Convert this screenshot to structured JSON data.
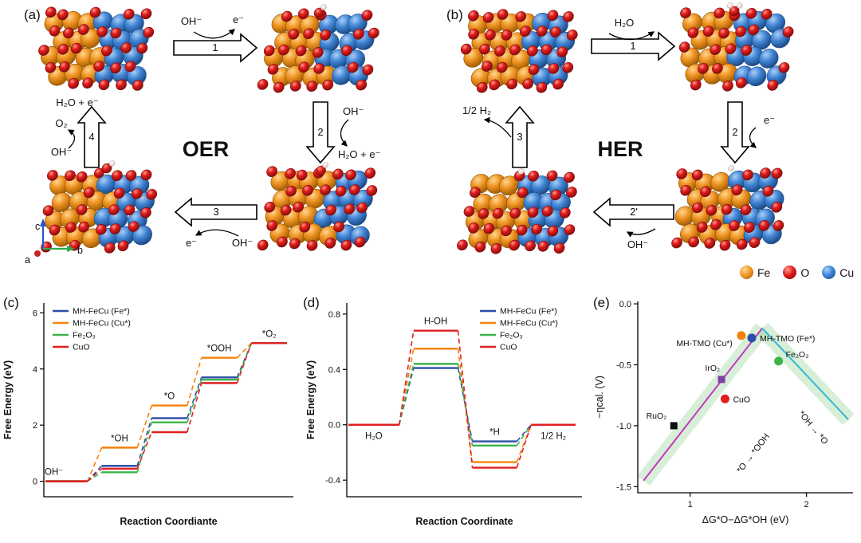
{
  "figure": {
    "panel_a": {
      "label": "(a)",
      "center_label": "OER",
      "arrows": {
        "step1": {
          "num": "1",
          "labels": [
            "OH⁻",
            "e⁻"
          ]
        },
        "step2": {
          "num": "2",
          "labels": [
            "OH⁻",
            "H₂O + e⁻"
          ]
        },
        "step3": {
          "num": "3",
          "labels": [
            "e⁻",
            "OH⁻"
          ]
        },
        "step4": {
          "num": "4",
          "labels": [
            "H₂O + e⁻",
            "O₂",
            "OH⁻"
          ]
        }
      },
      "axes": {
        "a": "a",
        "b": "b",
        "c": "c"
      }
    },
    "panel_b": {
      "label": "(b)",
      "center_label": "HER",
      "arrows": {
        "step1": {
          "num": "1",
          "labels": [
            "H₂O"
          ]
        },
        "step2": {
          "num": "2",
          "labels": [
            "e⁻"
          ]
        },
        "step2p": {
          "num": "2'",
          "labels": [
            "OH⁻"
          ]
        },
        "step3": {
          "num": "3",
          "labels": [
            "1/2 H₂"
          ]
        }
      }
    },
    "legend": {
      "items": [
        {
          "label": "Fe",
          "color": "#f09a28"
        },
        {
          "label": "O",
          "color": "#e11b1b"
        },
        {
          "label": "Cu",
          "color": "#3e86d8"
        }
      ]
    }
  },
  "chart_data": [
    {
      "id": "c",
      "panel": "(c)",
      "type": "step-line",
      "xlabel": "Reaction Coordiante",
      "ylabel": "Free Energy (eV)",
      "ylim": [
        -0.55,
        6.35
      ],
      "yticks": [
        0,
        2,
        4,
        6
      ],
      "categories": [
        "OH⁻",
        "*OH",
        "*O",
        "*OOH",
        "*O₂"
      ],
      "series": [
        {
          "name": "MH-FeCu (Fe*)",
          "color": "#2b4ea8",
          "values": [
            0,
            0.55,
            2.25,
            3.7,
            4.92
          ]
        },
        {
          "name": "MH-FeCu (Cu*)",
          "color": "#f5820b",
          "values": [
            0,
            1.2,
            2.7,
            4.4,
            4.92
          ]
        },
        {
          "name": "Fe₂O₃",
          "color": "#3cb44a",
          "values": [
            0,
            0.32,
            2.1,
            3.62,
            4.92
          ]
        },
        {
          "name": "CuO",
          "color": "#e02020",
          "values": [
            0,
            0.45,
            1.75,
            3.5,
            4.92
          ]
        }
      ],
      "legend_position": "top-left"
    },
    {
      "id": "d",
      "panel": "(d)",
      "type": "step-line",
      "xlabel": "Reaction Coordinate",
      "ylabel": "Free Energy (eV)",
      "ylim": [
        -0.52,
        0.88
      ],
      "yticks": [
        -0.4,
        0.0,
        0.4,
        0.8
      ],
      "categories": [
        "H₂O",
        "H-OH",
        "*H",
        "1/2 H₂"
      ],
      "series": [
        {
          "name": "MH-FeCu (Fe*)",
          "color": "#2b4ea8",
          "values": [
            0,
            0.41,
            -0.12,
            0
          ]
        },
        {
          "name": "MH-FeCu (Cu*)",
          "color": "#f5820b",
          "values": [
            0,
            0.55,
            -0.27,
            0
          ]
        },
        {
          "name": "Fe₂O₃",
          "color": "#3cb44a",
          "values": [
            0,
            0.44,
            -0.15,
            0
          ]
        },
        {
          "name": "CuO",
          "color": "#e02020",
          "values": [
            0,
            0.68,
            -0.31,
            0
          ]
        }
      ],
      "legend_position": "top-right"
    },
    {
      "id": "e",
      "panel": "(e)",
      "type": "scatter",
      "xlabel": "ΔG*O−ΔG*OH (eV)",
      "ylabel": "−ηcal. (V)",
      "xlim": [
        0.55,
        2.4
      ],
      "xticks": [
        1,
        2
      ],
      "ylim": [
        -1.55,
        0.02
      ],
      "yticks": [
        0.0,
        -0.5,
        -1.0,
        -1.5
      ],
      "band_color": "#8fcf8f",
      "lines": [
        {
          "name": "*O → *OOH",
          "color": "#c23bbf",
          "x1": 0.6,
          "y1": -1.45,
          "x2": 1.62,
          "y2": -0.2
        },
        {
          "name": "*OH → *O",
          "color": "#35b8d6",
          "x1": 1.62,
          "y1": -0.2,
          "x2": 2.36,
          "y2": -0.95
        }
      ],
      "points": [
        {
          "name": "RuO₂",
          "x": 0.86,
          "y": -1.0,
          "marker": "square",
          "color": "#111111",
          "label_color": "#111111",
          "label_dx": -9,
          "label_dy": -9,
          "anchor": "end"
        },
        {
          "name": "IrO₂",
          "x": 1.27,
          "y": -0.62,
          "marker": "square",
          "color": "#7d3fa8",
          "label_color": "#7d3fa8",
          "label_dx": -2,
          "label_dy": -11,
          "anchor": "end"
        },
        {
          "name": "CuO",
          "x": 1.3,
          "y": -0.78,
          "marker": "circle",
          "color": "#e02020",
          "label_color": "#e02020",
          "label_dx": 10,
          "label_dy": 4,
          "anchor": "start"
        },
        {
          "name": "MH-TMO (Cu*)",
          "x": 1.44,
          "y": -0.26,
          "marker": "circle",
          "color": "#f5820b",
          "label_color": "#f5820b",
          "label_dx": -11,
          "label_dy": 13,
          "anchor": "end"
        },
        {
          "name": "MH-TMO (Fe*)",
          "x": 1.53,
          "y": -0.28,
          "marker": "circle",
          "color": "#2b4ea8",
          "label_color": "#2b4ea8",
          "label_dx": 10,
          "label_dy": 4,
          "anchor": "start"
        },
        {
          "name": "Fe₂O₃",
          "x": 1.76,
          "y": -0.47,
          "marker": "circle",
          "color": "#3cb44a",
          "label_color": "#3cb44a",
          "label_dx": 9,
          "label_dy": -5,
          "anchor": "start"
        }
      ],
      "annotations": [
        {
          "text": "*O → *OOH",
          "x": 1.56,
          "y": -1.24,
          "rotate": -52,
          "color": "#222222"
        },
        {
          "text": "*OH → *O",
          "x": 2.04,
          "y": -1.03,
          "rotate": 50,
          "color": "#222222"
        }
      ]
    }
  ]
}
